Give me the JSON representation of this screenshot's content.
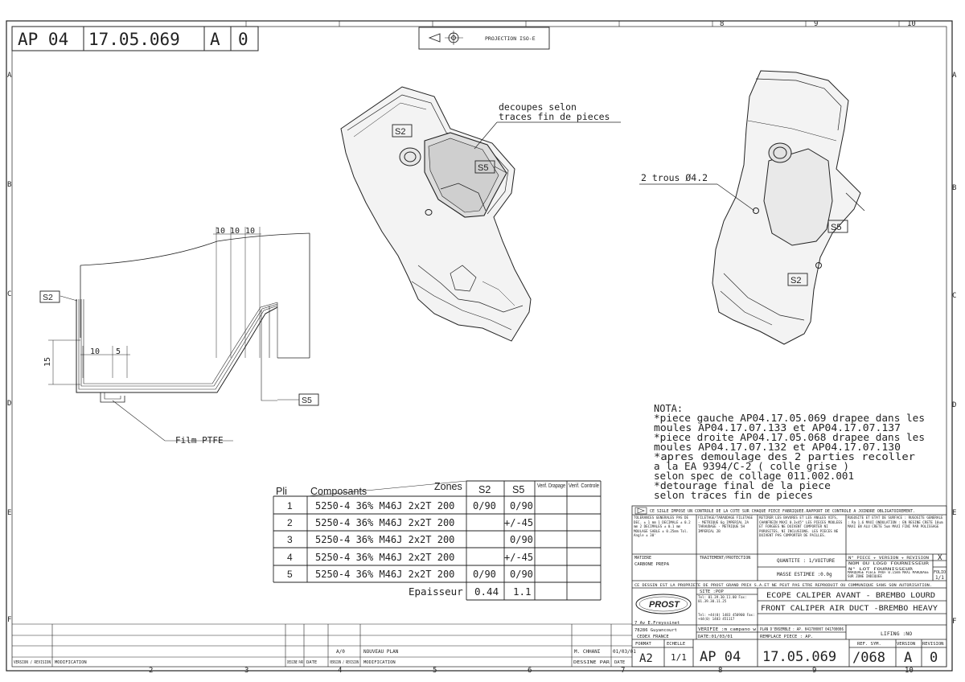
{
  "header": {
    "doc_prefix": "AP 04",
    "doc_number": "17.05.069",
    "index1": "A",
    "index2": "0",
    "projection": "PROJECTION ISO-E"
  },
  "grid": {
    "columns": [
      "2",
      "3",
      "4",
      "5",
      "6",
      "7",
      "8",
      "9",
      "10"
    ],
    "rows": [
      "A",
      "B",
      "C",
      "D",
      "E",
      "F"
    ]
  },
  "callouts": {
    "cut_note_line1": "decoupes selon",
    "cut_note_line2": "traces fin de pieces",
    "holes": "2 trous Ø4.2",
    "s2": "S2",
    "s5": "S5",
    "film": "Film PTFE"
  },
  "dims": {
    "d10a": "10",
    "d10b": "10",
    "d10c": "10",
    "d10d": "10",
    "d5": "5",
    "d15": "15"
  },
  "nota": {
    "title": "NOTA:",
    "lines": [
      "*piece gauche AP04.17.05.069 drapee dans les",
      "moules AP04.17.07.133 et AP04.17.07.137",
      "*piece droite AP04.17.05.068 drapee dans les",
      "moules AP04.17.07.132 et AP04.17.07.130",
      "*apres demoulage des 2 parties recoller",
      "a la EA 9394/C-2 ( colle grise )",
      "selon spec de collage 011.002.001",
      "*detourage final de la piece",
      "selon traces fin de pieces"
    ]
  },
  "ply_table": {
    "zones_label": "Zones",
    "headers": [
      "Pli",
      "Composants",
      "S2",
      "S5",
      "Verif. Drapage",
      "Verif. Controle"
    ],
    "rows": [
      {
        "pli": "1",
        "comp": "5250-4 36% M46J 2x2T 200",
        "s2": "0/90",
        "s5": "0/90"
      },
      {
        "pli": "2",
        "comp": "5250-4 36% M46J 2x2T 200",
        "s2": "",
        "s5": "+/-45"
      },
      {
        "pli": "3",
        "comp": "5250-4 36% M46J 2x2T 200",
        "s2": "",
        "s5": "0/90"
      },
      {
        "pli": "4",
        "comp": "5250-4 36% M46J 2x2T 200",
        "s2": "",
        "s5": "+/-45"
      },
      {
        "pli": "5",
        "comp": "5250-4 36% M46J 2x2T 200",
        "s2": "0/90",
        "s5": "0/90"
      }
    ],
    "thickness_label": "Epaisseur",
    "thickness_s2": "0.44",
    "thickness_s5": "1.1"
  },
  "title_block": {
    "warning": "CE SIGLE IMPOSE UN CONTROLE DE LA COTE SUR CHAQUE PIECE FABRIQUEE.RAPPORT DE CONTROLE A JOINDRE OBLIGATOIREMENT.",
    "tolerances": "TOLERANCES GENERALES PAS DE DEC. ± 1 mm 1 DECIMALE ± 0.2 mm 2 DECIMALES ± 0.1 mm MOULAGE SABLE ± 0.25mm Tol. Angle ± 30'",
    "threading": "FILETAGE/TARAUDAGE FILETAGE - METRIQUE 6g IMPERIAL 2A TARAUDAGE - METRIQUE 5H IMPERIAL 2B",
    "burrs": "RETIRER LES BAVURES ET LES ANGLES VIFS, CHANFREIN MAXI 0.3x45° LES PIECES MOULEES ET FORGEES NE DOIVENT COMPORTER NI POROSITES, NI INCLUSIONS. LES PIECES NE DOIVENT PAS COMPORTER DE PAILLES.",
    "surface": "RUGOSITE ET ETAT DE SURFACE : RUGOSITE GENERALE : Ra 1.6 MAXI ONDULATION : EN RESINE CRETE 10um MAXI EN ALU CRETE 5um MAXI FINI PAR POLISSAGE",
    "matiere_label": "MATIERE",
    "matiere": "CARBONE PREPA",
    "treatment": "TRAITEMENT/PROTECTION",
    "quantity": "QUANTITE : 1/VOITURE",
    "mass": "MASSE ESTIMEE :0.0g",
    "piece_no": "N° PIECE + VERSION + REVISION",
    "supplier_logo": "NOM OU LOGO FOURNISSEUR",
    "supplier_lot": "N° LOT FOURNISSEUR",
    "marking": "MARQUAGE PIECE PROF 0.15mm MAXI MARQUAGE SUR ZONE INDIQUEE",
    "x_mark": "X",
    "folio_label": "FOLIO",
    "folio": "1/1",
    "ownership": "CE DESSIN EST LA PROPRIETE DE PROST GRAND PRIX S.A.ET NE PEUT PAS ETRE REPRODUIT OU COMMUNIQUE SANS SON AUTORISATION.",
    "site": "SITE :POP",
    "company": "PROST",
    "address1": "7 Av E.Freyssinet",
    "address2": "78286 Guyancourt",
    "address3": "CEDEX FRANCE",
    "phone": "Tel: 01.39.30.11.00 Fax: 01.39.30.11.25",
    "phone2": "Tel: +44(0) 1483 450900 Fax: +44(0) 1483 451117",
    "title_fr": "ECOPE CALIPER AVANT - BREMBO LOURD",
    "title_en": "FRONT CALIPER AIR DUCT -BREMBO HEAVY",
    "check": "VERIFIE :m campano w",
    "date": "DATE:01/03/01",
    "assembly": "PLAN D'ENSEMBLE : AP. 041700007 041700006",
    "replaces": "REMPLACE PIECE : AP.",
    "lifing": "LIFING :NO",
    "format_label": "FORMAT",
    "scale_label": "ECHELLE",
    "format": "A2",
    "scale": "1/1",
    "doc_prefix": "AP 04",
    "doc_number": "17.05.069",
    "ref_label": "REF. SYM.",
    "ref": "/068",
    "version_label": "VERSION",
    "revision_label": "REVISION",
    "version": "A",
    "revision": "0"
  },
  "revision_table": {
    "row_version": "A/0",
    "row_mod": "NOUVEAU PLAN",
    "row_designer": "M. CHHANI",
    "row_date": "01/03/01",
    "h_version": "VERSION / REVISION",
    "h_mod": "MODIFICATION",
    "h_drawn": "DESSINE PAR",
    "h_date": "DATE"
  }
}
